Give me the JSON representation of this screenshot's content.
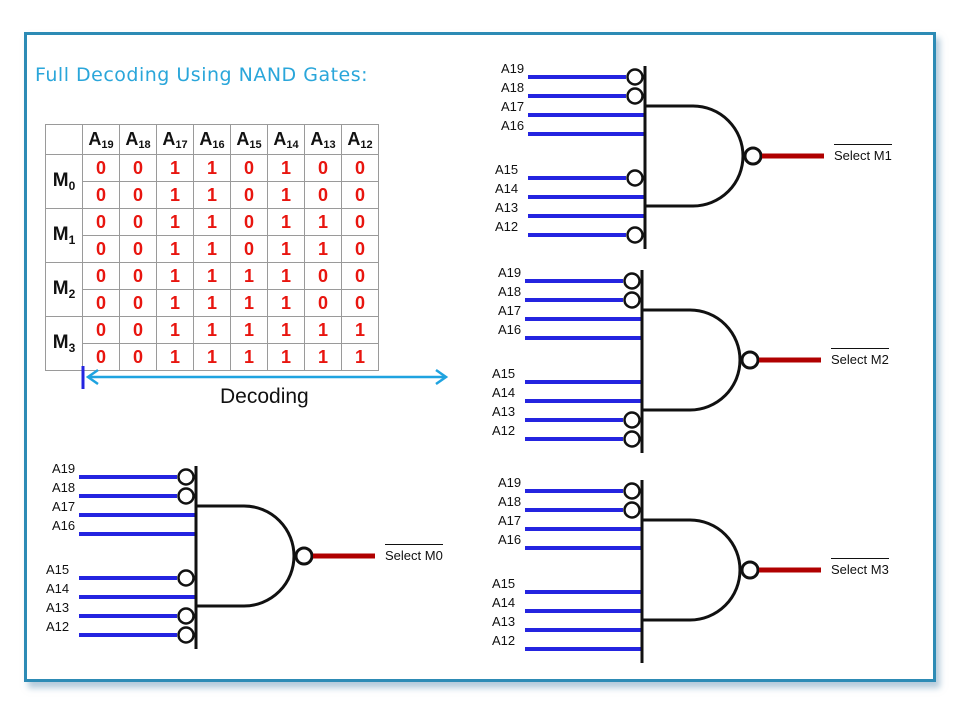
{
  "title": "Full Decoding Using NAND Gates:",
  "table": {
    "headers": [
      "A19",
      "A18",
      "A17",
      "A16",
      "A15",
      "A14",
      "A13",
      "A12"
    ],
    "rows": [
      {
        "module": "M0",
        "bits": [
          [
            "0",
            "0",
            "1",
            "1",
            "0",
            "1",
            "0",
            "0"
          ],
          [
            "0",
            "0",
            "1",
            "1",
            "0",
            "1",
            "0",
            "0"
          ]
        ]
      },
      {
        "module": "M1",
        "bits": [
          [
            "0",
            "0",
            "1",
            "1",
            "0",
            "1",
            "1",
            "0"
          ],
          [
            "0",
            "0",
            "1",
            "1",
            "0",
            "1",
            "1",
            "0"
          ]
        ]
      },
      {
        "module": "M2",
        "bits": [
          [
            "0",
            "0",
            "1",
            "1",
            "1",
            "1",
            "0",
            "0"
          ],
          [
            "0",
            "0",
            "1",
            "1",
            "1",
            "1",
            "0",
            "0"
          ]
        ]
      },
      {
        "module": "M3",
        "bits": [
          [
            "0",
            "0",
            "1",
            "1",
            "1",
            "1",
            "1",
            "1"
          ],
          [
            "0",
            "0",
            "1",
            "1",
            "1",
            "1",
            "1",
            "1"
          ]
        ]
      }
    ],
    "decoding_label": "Decoding"
  },
  "gates": [
    {
      "id": "m1",
      "output_label": "Select M1",
      "inputs": [
        "A19",
        "A18",
        "A17",
        "A16",
        "A15",
        "A14",
        "A13",
        "A12"
      ],
      "inverted": [
        true,
        true,
        false,
        false,
        true,
        false,
        false,
        true
      ]
    },
    {
      "id": "m2",
      "output_label": "Select M2",
      "inputs": [
        "A19",
        "A18",
        "A17",
        "A16",
        "A15",
        "A14",
        "A13",
        "A12"
      ],
      "inverted": [
        true,
        true,
        false,
        false,
        false,
        false,
        true,
        true
      ]
    },
    {
      "id": "m0",
      "output_label": "Select M0",
      "inputs": [
        "A19",
        "A18",
        "A17",
        "A16",
        "A15",
        "A14",
        "A13",
        "A12"
      ],
      "inverted": [
        true,
        true,
        false,
        false,
        true,
        false,
        true,
        true
      ]
    },
    {
      "id": "m3",
      "output_label": "Select M3",
      "inputs": [
        "A19",
        "A18",
        "A17",
        "A16",
        "A15",
        "A14",
        "A13",
        "A12"
      ],
      "inverted": [
        true,
        true,
        false,
        false,
        false,
        false,
        false,
        false
      ]
    }
  ],
  "colors": {
    "input_wire": "#2424e0",
    "output_wire": "#b00000",
    "bit_text": "#e8150f",
    "title": "#2aa6da",
    "frame": "#2d8bb5",
    "arrow": "#1fa3e0"
  }
}
